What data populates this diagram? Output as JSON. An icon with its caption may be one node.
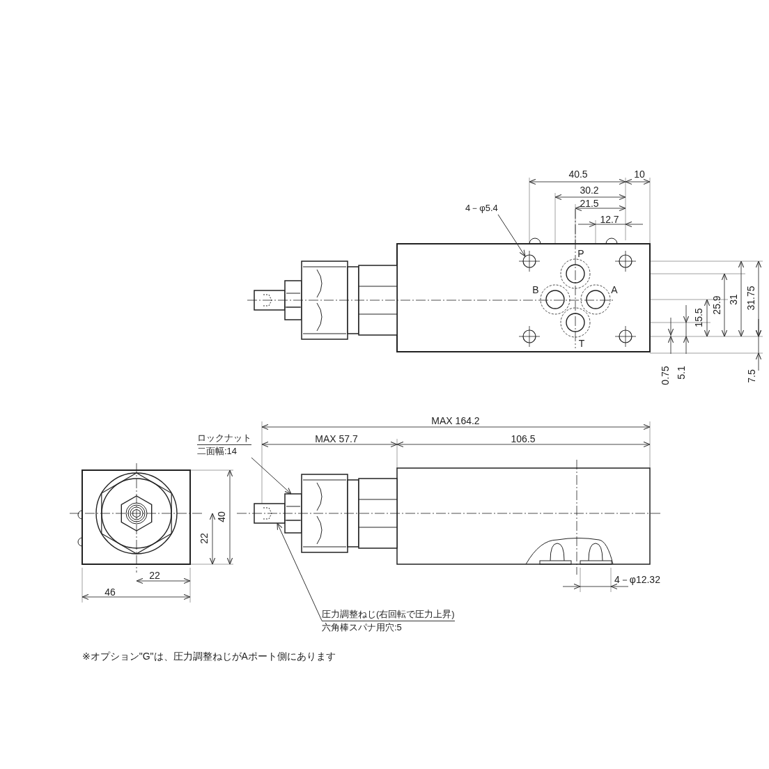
{
  "diagram": {
    "nodes": [
      {
        "text": [
          "4－φ5.4"
        ]
      },
      {
        "text": [
          "ロックナット",
          "二面幅:14"
        ]
      },
      {
        "text": [
          "圧力調整ねじ(右回転で圧力上昇)",
          "六角棒スパナ用穴:5"
        ]
      },
      {
        "text": [],
        "shape": "circle"
      },
      {
        "text": [],
        "shape": "box"
      },
      {
        "text": [],
        "shape": "box"
      }
    ],
    "edges": [
      {
        "from": 0,
        "to": 3,
        "arrow": "to"
      },
      {
        "from": 1,
        "to": 4,
        "arrow": "to"
      },
      {
        "from": 2,
        "to": 5,
        "arrow": "to"
      }
    ],
    "labels": [
      "40.5",
      "10",
      "30.2",
      "21.5",
      "12.7",
      "P",
      "B",
      "A",
      "15.5",
      "25.9",
      "31",
      "31.75",
      "T",
      "0.75",
      "5.1",
      "7.5",
      "MAX 164.2",
      "MAX 57.7",
      "106.5",
      "40",
      "22",
      "22",
      "46",
      "4－φ12.32",
      "※オプション\"G\"は、圧力調整ねじがAポート側にあります"
    ]
  }
}
